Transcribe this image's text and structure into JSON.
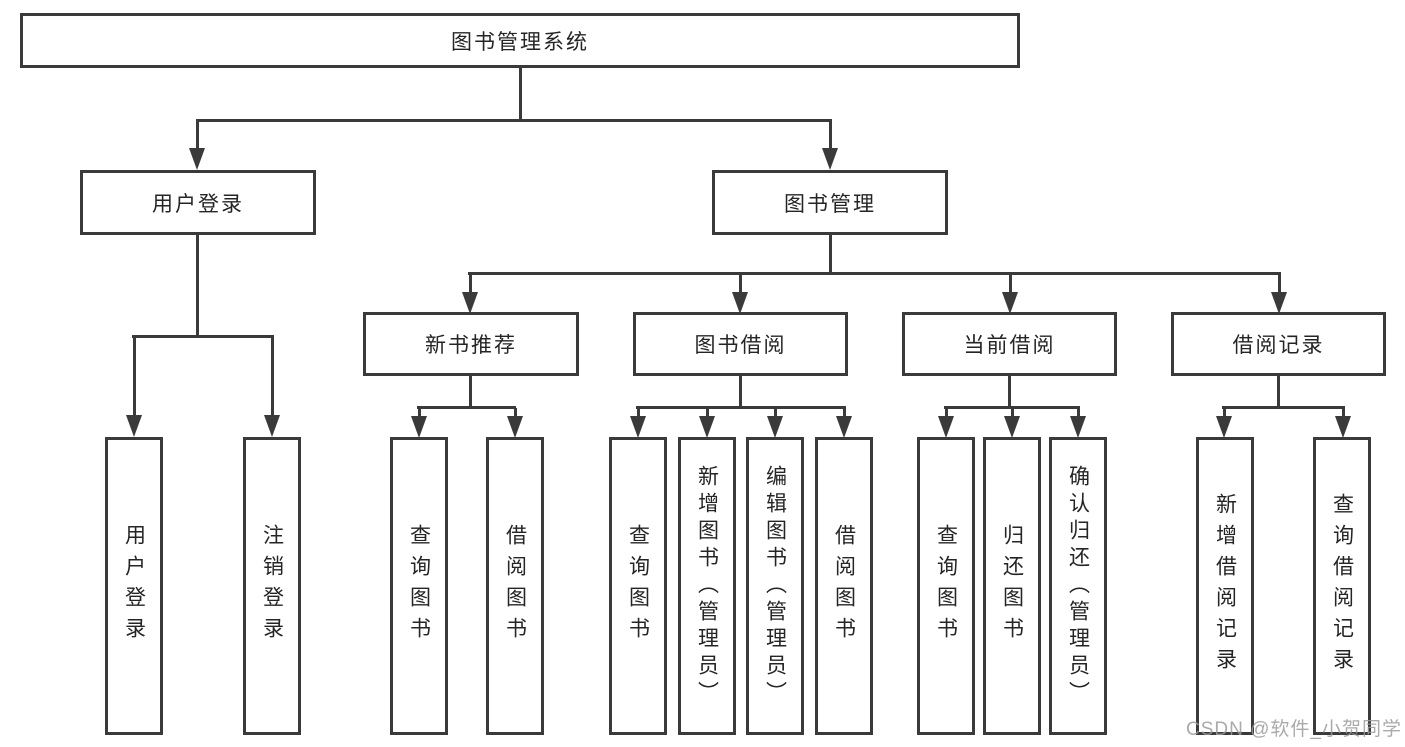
{
  "diagram": {
    "root": {
      "label": "图书管理系统"
    },
    "branches": [
      {
        "label": "用户登录",
        "leaves": [
          {
            "label": "用户登录"
          },
          {
            "label": "注销登录"
          }
        ]
      },
      {
        "label": "图书管理",
        "groups": [
          {
            "label": "新书推荐",
            "leaves": [
              {
                "label": "查询图书"
              },
              {
                "label": "借阅图书"
              }
            ]
          },
          {
            "label": "图书借阅",
            "leaves": [
              {
                "label": "查询图书"
              },
              {
                "label": "新增图书（管理员）"
              },
              {
                "label": "编辑图书（管理员）"
              },
              {
                "label": "借阅图书"
              }
            ]
          },
          {
            "label": "当前借阅",
            "leaves": [
              {
                "label": "查询图书"
              },
              {
                "label": "归还图书"
              },
              {
                "label": "确认归还（管理员）"
              }
            ]
          },
          {
            "label": "借阅记录",
            "leaves": [
              {
                "label": "新增借阅记录"
              },
              {
                "label": "查询借阅记录"
              }
            ]
          }
        ]
      }
    ]
  },
  "watermark": "CSDN @软件_小贺同学",
  "colors": {
    "line": "#3a3a3a",
    "text": "#252525",
    "watermark": "#9b9b9b",
    "background": "#ffffff"
  }
}
